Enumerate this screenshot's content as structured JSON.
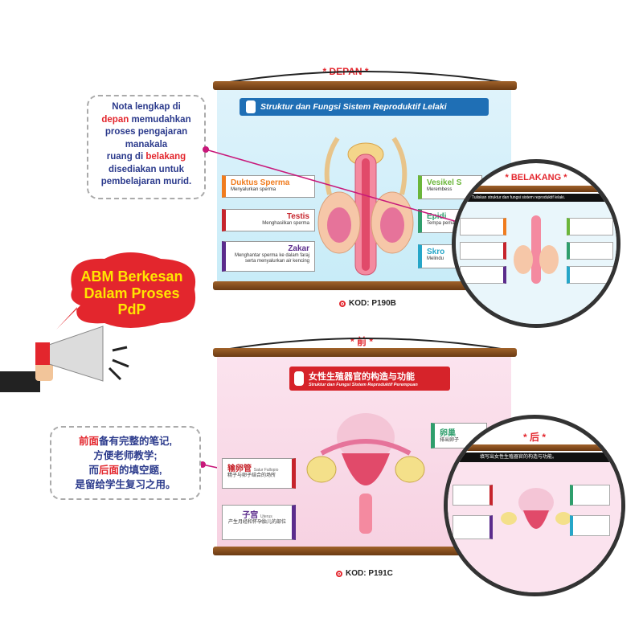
{
  "top": {
    "heading": "* DEPAN *",
    "title": "Struktur dan Fungsi Sistem Reproduktif Lelaki",
    "labels": [
      {
        "title": "Duktus Sperma",
        "desc": "Menyalurkan sperma"
      },
      {
        "title": "Testis",
        "desc": "Menghasilkan sperma"
      },
      {
        "title": "Zakar",
        "desc": "Menghantar sperma ke dalam faraj serta menyalurkan air kencing"
      }
    ],
    "right_labels": [
      {
        "title": "Vesikel S",
        "desc": "Merembess"
      },
      {
        "title": "Epidi",
        "desc": "Tempa pemat"
      },
      {
        "title": "Skro",
        "desc": "Melindu"
      }
    ],
    "note": {
      "line1": "Nota lengkap di",
      "line2_red": "depan",
      "line2_rest": " memudahkan",
      "line3": "proses pengajaran",
      "line4": "manakala",
      "line5_start": "ruang di ",
      "line5_red": "belakang",
      "line6": "disediakan untuk",
      "line7": "pembelajaran murid."
    },
    "zoom_heading": "* BELAKANG *",
    "zoom_title": "Tuliskan struktur dan fungsi sistem reproduktif lelaki.",
    "kod": "KOD: P190B"
  },
  "bubble": {
    "text1": "ABM Berkesan",
    "text2": "Dalam Proses",
    "text3": "PdP"
  },
  "bottom": {
    "heading": "* 前 *",
    "title_cn": "女性生殖器官的构造与功能",
    "title_sub": "Struktur dan Fungsi Sistem Reproduktif Perempuan",
    "labels": [
      {
        "title": "输卵管",
        "title_extra": "Salur Fallopio",
        "desc": "精子与卵子结合的场所"
      },
      {
        "title": "子宫",
        "title_extra": "Uterus",
        "desc": "产生月经和怀孕胎儿的部位"
      }
    ],
    "right_labels": [
      {
        "title": "卵巢",
        "desc": "排出卵子"
      }
    ],
    "note": {
      "line1_red": "前面",
      "line1_rest": "备有完整的笔记,",
      "line2": "方便老师教学;",
      "line3_start": "而",
      "line3_red": "后面",
      "line3_rest": "的填空题,",
      "line4": "是留给学生复习之用。"
    },
    "zoom_heading": "* 后 *",
    "zoom_title": "填写出女性生殖器官的构造与功能。",
    "kod": "KOD: P191C"
  },
  "colors": {
    "accent_red": "#e3262d",
    "navy": "#2b3a8c",
    "male_banner": "#1f6fb5",
    "female_banner": "#d6232a"
  }
}
